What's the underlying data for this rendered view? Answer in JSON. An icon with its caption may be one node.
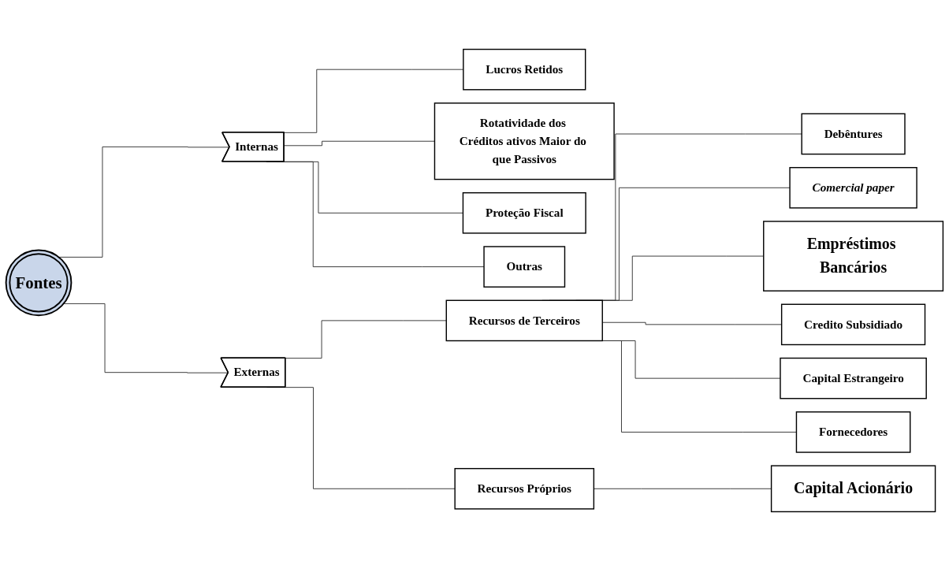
{
  "diagram": {
    "nodes": [
      {
        "text": [
          "Fontes"
        ]
      },
      {
        "text": [
          "Internas"
        ]
      },
      {
        "text": [
          "Externas"
        ]
      },
      {
        "text": [
          "Lucros Retidos"
        ]
      },
      {
        "text": [
          "Rotatividade dos Créditos ativos Maior do que Passivos"
        ]
      },
      {
        "text": [
          "Proteção Fiscal"
        ]
      },
      {
        "text": [
          "Outras"
        ]
      },
      {
        "text": [
          "Recursos de Terceiros"
        ]
      },
      {
        "text": [
          "Recursos Próprios"
        ]
      },
      {
        "text": [
          "Debêntures"
        ]
      },
      {
        "text": [
          "Comercial paper"
        ]
      },
      {
        "text": [
          "Empréstimos Bancários"
        ]
      },
      {
        "text": [
          "Credito Subsidiado"
        ]
      },
      {
        "text": [
          "Capital Estrangeiro"
        ]
      },
      {
        "text": [
          "Fornecedores"
        ]
      },
      {
        "text": [
          "Capital Acionário"
        ]
      }
    ],
    "edges": [
      {
        "from": 0,
        "to": 1,
        "arrow": "none"
      },
      {
        "from": 0,
        "to": 2,
        "arrow": "none"
      },
      {
        "from": 1,
        "to": 3,
        "arrow": "none"
      },
      {
        "from": 1,
        "to": 4,
        "arrow": "none"
      },
      {
        "from": 1,
        "to": 5,
        "arrow": "none"
      },
      {
        "from": 1,
        "to": 6,
        "arrow": "none"
      },
      {
        "from": 2,
        "to": 7,
        "arrow": "none"
      },
      {
        "from": 2,
        "to": 8,
        "arrow": "none"
      },
      {
        "from": 7,
        "to": 9,
        "arrow": "none"
      },
      {
        "from": 7,
        "to": 10,
        "arrow": "none"
      },
      {
        "from": 7,
        "to": 11,
        "arrow": "none"
      },
      {
        "from": 7,
        "to": 12,
        "arrow": "none"
      },
      {
        "from": 7,
        "to": 13,
        "arrow": "none"
      },
      {
        "from": 7,
        "to": 14,
        "arrow": "none"
      },
      {
        "from": 8,
        "to": 15,
        "arrow": "none"
      }
    ]
  }
}
